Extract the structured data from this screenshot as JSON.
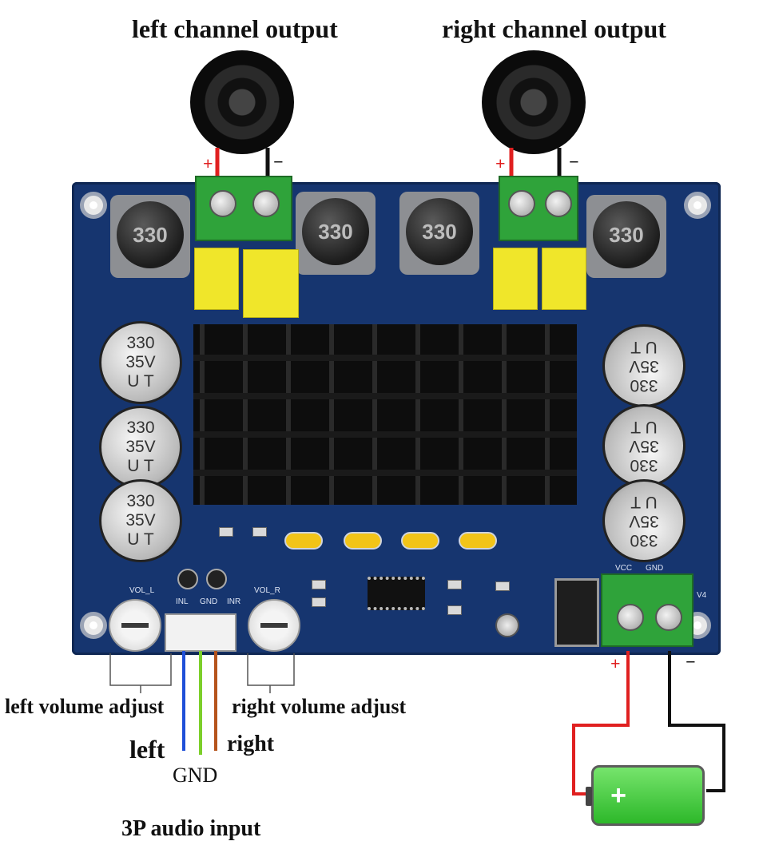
{
  "labels": {
    "left_output": "left channel output",
    "right_output": "right channel output",
    "left_volume": "left volume adjust",
    "right_volume": "right volume adjust",
    "audio_left": "left",
    "audio_right": "right",
    "audio_gnd": "GND",
    "audio_input": "3P audio input",
    "plus": "+",
    "minus": "−"
  },
  "components": {
    "inductor_value": "330",
    "cap_line1": "330",
    "cap_line2": "35V",
    "cap_line3": "U T"
  },
  "silkscreen": {
    "vol_l": "VOL_L",
    "vol_r": "VOL_R",
    "inl": "INL",
    "gnd": "GND",
    "inr": "INR",
    "vcc": "VCC",
    "gnd_power": "GND",
    "v4": "V4"
  },
  "icons": {
    "speaker": "speaker-icon",
    "battery": "battery-icon"
  },
  "colors": {
    "pcb": "#16356f",
    "terminal": "#2fa33a",
    "wire_positive": "#e02020",
    "wire_negative": "#111111",
    "wire_left": "#1f4fd8",
    "wire_gnd": "#7ccf2a",
    "wire_right": "#b5541c",
    "battery": "#3fd43a"
  }
}
